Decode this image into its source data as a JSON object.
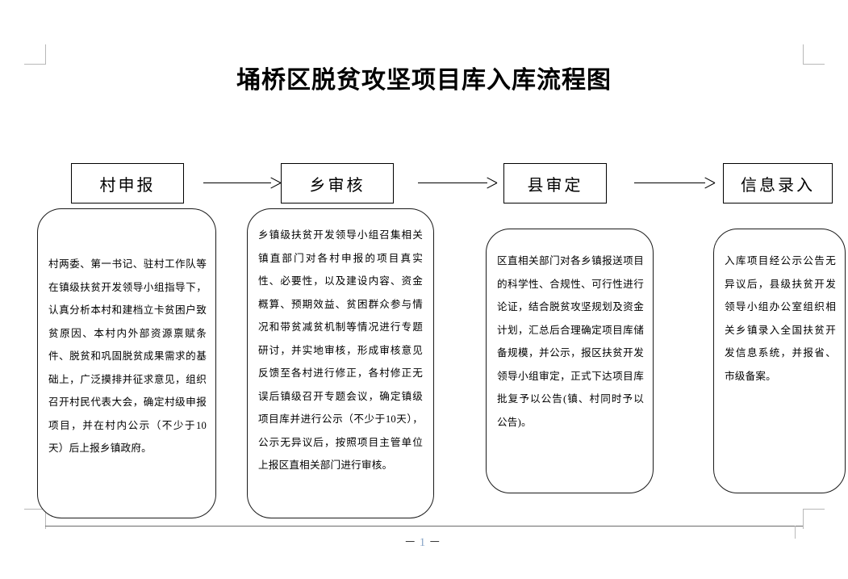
{
  "document": {
    "title": "埇桥区脱贫攻坚项目库入库流程图",
    "page_number": "1",
    "page_number_display": "－ 1 －"
  },
  "flow": {
    "stages": [
      {
        "key": "village",
        "head": "村申报",
        "body": "村两委、第一书记、驻村工作队等在镇级扶贫开发领导小组指导下，认真分析本村和建档立卡贫困户致贫原因、本村内外部资源禀赋条件、脱贫和巩固脱贫成果需求的基础上，广泛摸排并征求意见，组织召开村民代表大会，确定村级申报项目，并在村内公示（不少于10天）后上报乡镇政府。"
      },
      {
        "key": "township",
        "head": "乡审核",
        "body": "乡镇级扶贫开发领导小组召集相关镇直部门对各村申报的项目真实性、必要性，以及建设内容、资金概算、预期效益、贫困群众参与情况和带贫减贫机制等情况进行专题研讨，并实地审核，形成审核意见反馈至各村进行修正，各村修正无误后镇级召开专题会议，确定镇级项目库并进行公示（不少于10天），公示无异议后，按照项目主管单位上报区直相关部门进行审核。"
      },
      {
        "key": "county",
        "head": "县审定",
        "body": "区直相关部门对各乡镇报送项目的科学性、合规性、可行性进行论证，结合脱贫攻坚规划及资金计划，汇总后合理确定项目库储备规模，并公示，报区扶贫开发领导小组审定，正式下达项目库批复予以公告(镇、村同时予以公告)。"
      },
      {
        "key": "entry",
        "head": "信息录入",
        "body": "入库项目经公示公告无异议后，县级扶贫开发领导小组办公室组织相关乡镇录入全国扶贫开发信息系统，并报省、市级备案。"
      }
    ],
    "connectors": [
      {
        "from": "village",
        "to": "township",
        "icon": "arrow-right-icon"
      },
      {
        "from": "township",
        "to": "county",
        "icon": "arrow-right-icon"
      },
      {
        "from": "county",
        "to": "entry",
        "icon": "arrow-right-icon"
      }
    ]
  },
  "colors": {
    "ink": "#000000",
    "page": "#ffffff",
    "crop_mark": "#b8b8b8",
    "footer_rule": "#6b6b6b",
    "page_number": "#8aa6c8"
  }
}
